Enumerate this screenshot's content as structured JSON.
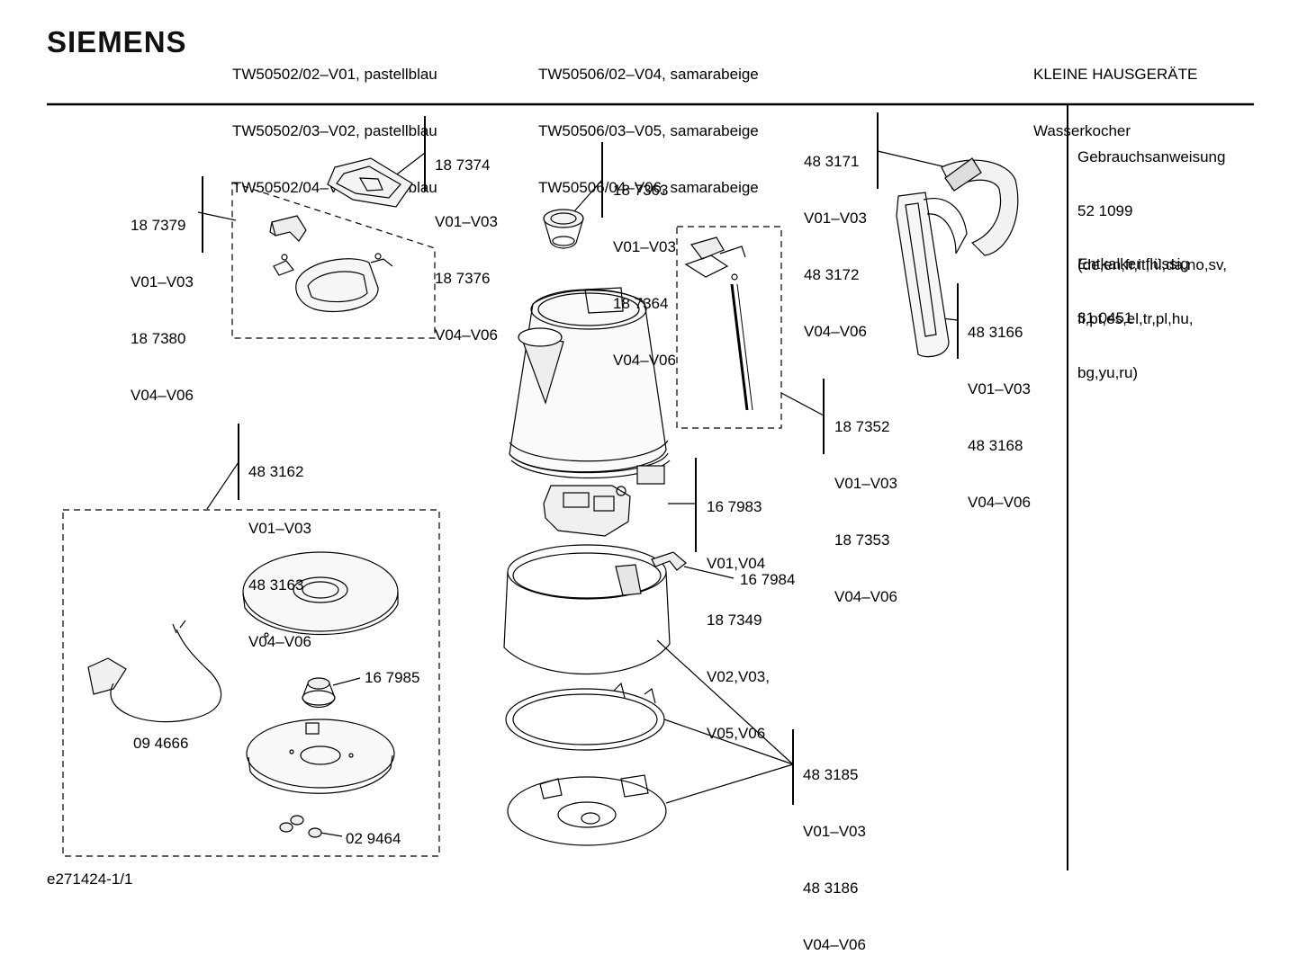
{
  "header": {
    "brand": "SIEMENS",
    "models_col1": [
      "TW50502/02–V01, pastellblau",
      "TW50502/03–V02, pastellblau",
      "TW50502/04–V03, pastellblau"
    ],
    "models_col2": [
      "TW50506/02–V04, samarabeige",
      "TW50506/03–V05, samarabeige",
      "TW50506/04–V06, samarabeige"
    ],
    "category": "KLEINE HAUSGERÄTE",
    "product": "Wasserkocher"
  },
  "sidebar": {
    "manual_title": "Gebrauchsanweisung",
    "manual_lines": [
      "52 1099",
      "(de,en,fr,it,nl,da,no,sv,",
      "fi,pt,es,el,tr,pl,hu,",
      "bg,yu,ru)"
    ],
    "descaler_title": "Entkalker flüssig",
    "descaler_number": "31 0451"
  },
  "parts": {
    "p187374": [
      "18 7374",
      "V01–V03",
      "18 7376",
      "V04–V06"
    ],
    "p187379": [
      "18 7379",
      "V01–V03",
      "18 7380",
      "V04–V06"
    ],
    "p187363": [
      "18 7363",
      "V01–V03",
      "18 7364",
      "V04–V06"
    ],
    "p483171": [
      "48 3171",
      "V01–V03",
      "48 3172",
      "V04–V06"
    ],
    "p483166": [
      "48 3166",
      "V01–V03",
      "48 3168",
      "V04–V06"
    ],
    "p187352": [
      "18 7352",
      "V01–V03",
      "18 7353",
      "V04–V06"
    ],
    "p483162": [
      "48 3162",
      "V01–V03",
      "48 3163",
      "V04–V06"
    ],
    "p167983": [
      "16 7983",
      "V01,V04",
      "18 7349",
      "V02,V03,",
      "V05,V06"
    ],
    "p167984": "16 7984",
    "p167985": "16 7985",
    "p094666": "09 4666",
    "p029464": "02 9464",
    "p483185": [
      "48 3185",
      "V01–V03",
      "48 3186",
      "V04–V06"
    ]
  },
  "footer": {
    "drawing_id": "e271424-1/1"
  }
}
